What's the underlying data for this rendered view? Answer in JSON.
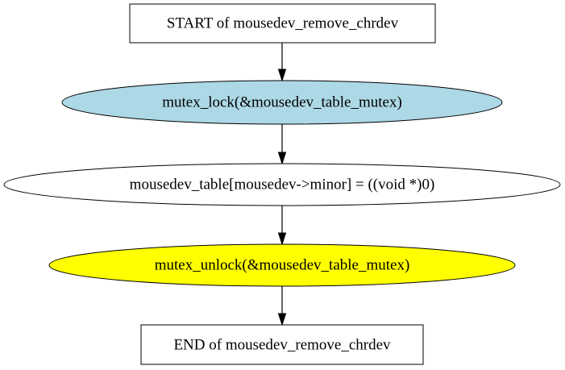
{
  "nodes": [
    {
      "id": "start",
      "shape": "box",
      "label": "START of mousedev_remove_chrdev",
      "fill": "#ffffff"
    },
    {
      "id": "lock",
      "shape": "ellipse",
      "label": "mutex_lock(&mousedev_table_mutex)",
      "fill": "#add8e6"
    },
    {
      "id": "assign",
      "shape": "ellipse",
      "label": "mousedev_table[mousedev->minor] = ((void *)0)",
      "fill": "#ffffff"
    },
    {
      "id": "unlock",
      "shape": "ellipse",
      "label": "mutex_unlock(&mousedev_table_mutex)",
      "fill": "#ffff00"
    },
    {
      "id": "end",
      "shape": "box",
      "label": "END of mousedev_remove_chrdev",
      "fill": "#ffffff"
    }
  ],
  "edges": [
    {
      "from": "start",
      "to": "lock"
    },
    {
      "from": "lock",
      "to": "assign"
    },
    {
      "from": "assign",
      "to": "unlock"
    },
    {
      "from": "unlock",
      "to": "end"
    }
  ]
}
